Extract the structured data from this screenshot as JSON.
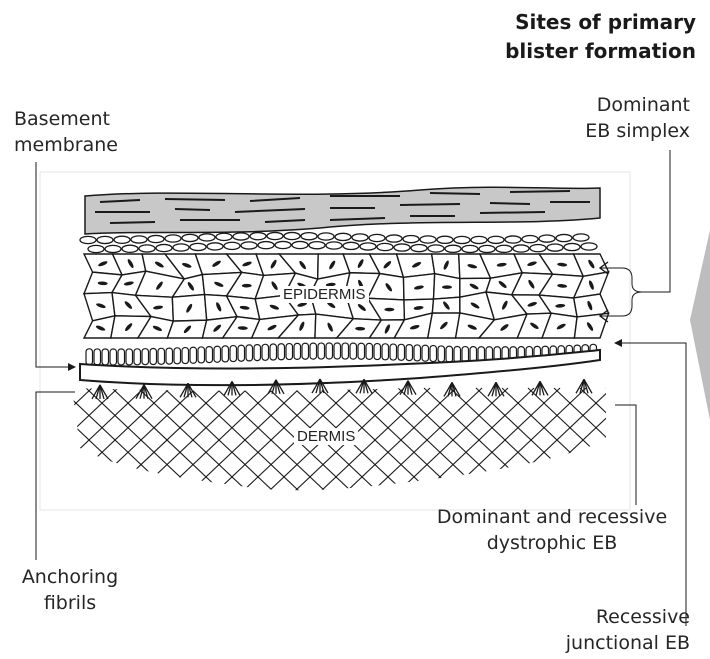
{
  "title": {
    "line1": "Sites of primary",
    "line2": "blister formation"
  },
  "labels": {
    "basement_membrane": {
      "line1": "Basement",
      "line2": "membrane"
    },
    "dominant_eb_simplex": {
      "line1": "Dominant",
      "line2": "EB simplex"
    },
    "epidermis": "EPIDERMIS",
    "dermis": "DERMIS",
    "dystrophic": {
      "line1": "Dominant and recessive",
      "line2": "dystrophic EB"
    },
    "anchoring_fibrils": {
      "line1": "Anchoring",
      "line2": "fibrils"
    },
    "junctional": {
      "line1": "Recessive",
      "line2": "junctional EB"
    }
  },
  "colors": {
    "stratum_corneum": "#c8c8c8",
    "ink": "#1a1a1a",
    "side_arrow": "#bdbdbd"
  }
}
